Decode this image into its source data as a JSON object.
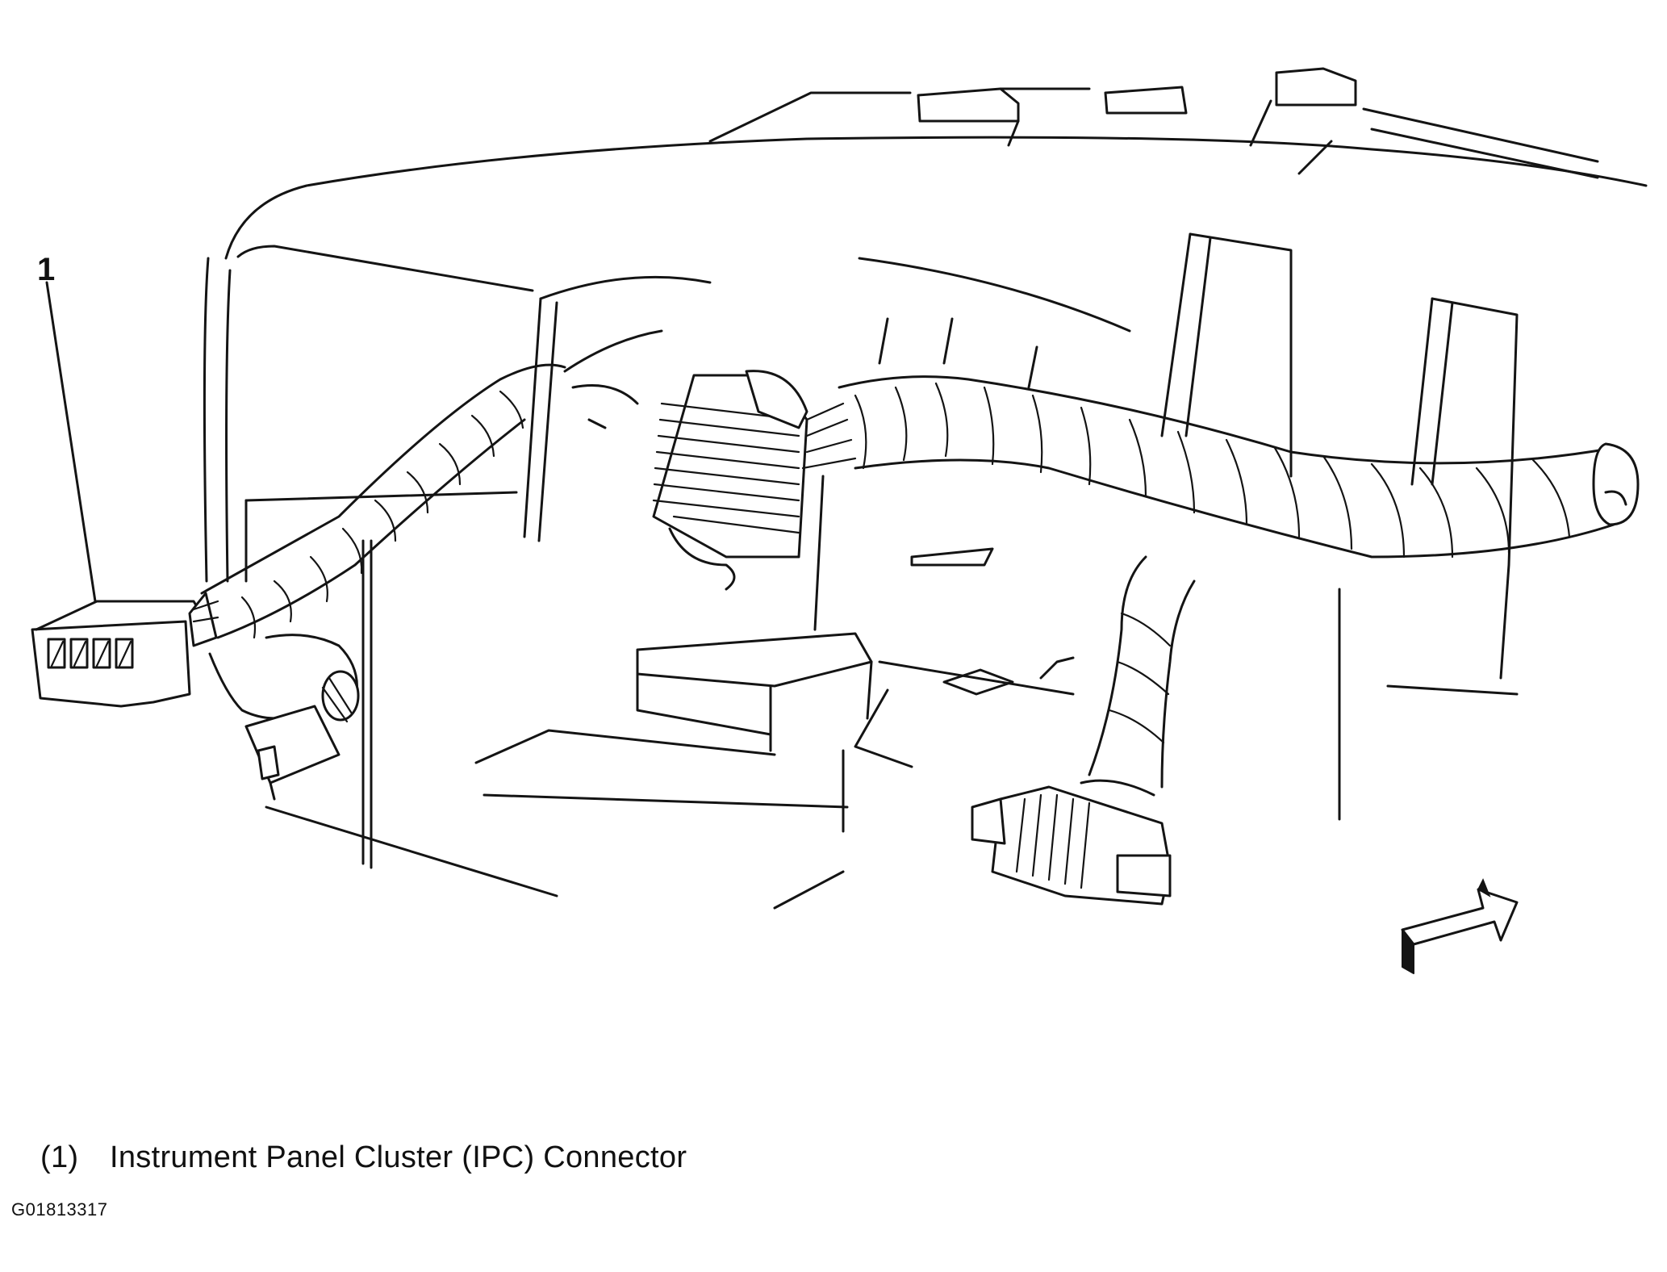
{
  "diagram": {
    "callout_label": "1",
    "legend": [
      {
        "number": "(1)",
        "text": "Instrument Panel Cluster (IPC) Connector"
      }
    ],
    "figure_id": "G01813317",
    "orientation_marker": "arrow-icon"
  }
}
